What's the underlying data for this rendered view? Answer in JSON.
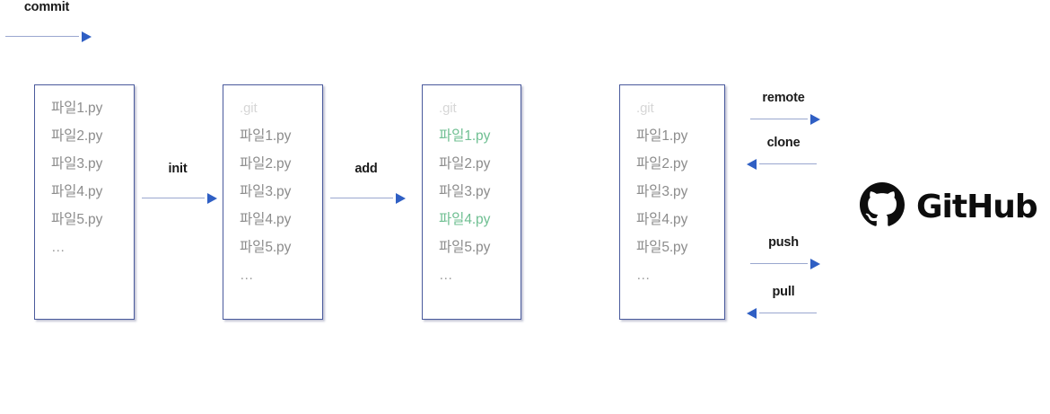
{
  "diagram": {
    "title": "Git workflow: working directory to GitHub remote",
    "colors": {
      "box_border": "#4a5a9c",
      "file_text": "#8c8c8c",
      "git_dir_text": "#d6d6d6",
      "staged_text": "#6fbf92",
      "arrow_line": "#9aa7cf",
      "arrow_head": "#2f5fc4",
      "logo": "#0d0d0d"
    }
  },
  "boxes": [
    {
      "id": "working",
      "name": "working-directory",
      "lines": [
        {
          "text": "파일1.py",
          "style": "normal"
        },
        {
          "text": "파일2.py",
          "style": "normal"
        },
        {
          "text": "파일3.py",
          "style": "normal"
        },
        {
          "text": "파일4.py",
          "style": "normal"
        },
        {
          "text": "파일5.py",
          "style": "normal"
        },
        {
          "text": "…",
          "style": "dots"
        }
      ]
    },
    {
      "id": "initialized",
      "name": "initialized-repository",
      "lines": [
        {
          "text": ".git",
          "style": "git"
        },
        {
          "text": "파일1.py",
          "style": "normal"
        },
        {
          "text": "파일2.py",
          "style": "normal"
        },
        {
          "text": "파일3.py",
          "style": "normal"
        },
        {
          "text": "파일4.py",
          "style": "normal"
        },
        {
          "text": "파일5.py",
          "style": "normal"
        },
        {
          "text": "…",
          "style": "dots"
        }
      ]
    },
    {
      "id": "staged",
      "name": "staging-area",
      "lines": [
        {
          "text": ".git",
          "style": "git"
        },
        {
          "text": "파일1.py",
          "style": "staged"
        },
        {
          "text": "파일2.py",
          "style": "normal"
        },
        {
          "text": "파일3.py",
          "style": "normal"
        },
        {
          "text": "파일4.py",
          "style": "staged"
        },
        {
          "text": "파일5.py",
          "style": "normal"
        },
        {
          "text": "…",
          "style": "dots"
        }
      ]
    },
    {
      "id": "committed",
      "name": "committed-repository",
      "lines": [
        {
          "text": ".git",
          "style": "git"
        },
        {
          "text": "파일1.py",
          "style": "normal"
        },
        {
          "text": "파일2.py",
          "style": "normal"
        },
        {
          "text": "파일3.py",
          "style": "normal"
        },
        {
          "text": "파일4.py",
          "style": "normal"
        },
        {
          "text": "파일5.py",
          "style": "normal"
        },
        {
          "text": "…",
          "style": "dots"
        }
      ]
    }
  ],
  "steps": [
    {
      "id": "init",
      "label": "init",
      "direction": "right"
    },
    {
      "id": "add",
      "label": "add",
      "direction": "right"
    },
    {
      "id": "commit",
      "label": "commit",
      "direction": "right"
    }
  ],
  "remote_ops": [
    {
      "id": "remote",
      "label": "remote",
      "direction": "right"
    },
    {
      "id": "clone",
      "label": "clone",
      "direction": "left"
    },
    {
      "id": "push",
      "label": "push",
      "direction": "right"
    },
    {
      "id": "pull",
      "label": "pull",
      "direction": "left"
    }
  ],
  "github": {
    "wordmark": "GitHub",
    "icon": "github-octocat-icon"
  }
}
